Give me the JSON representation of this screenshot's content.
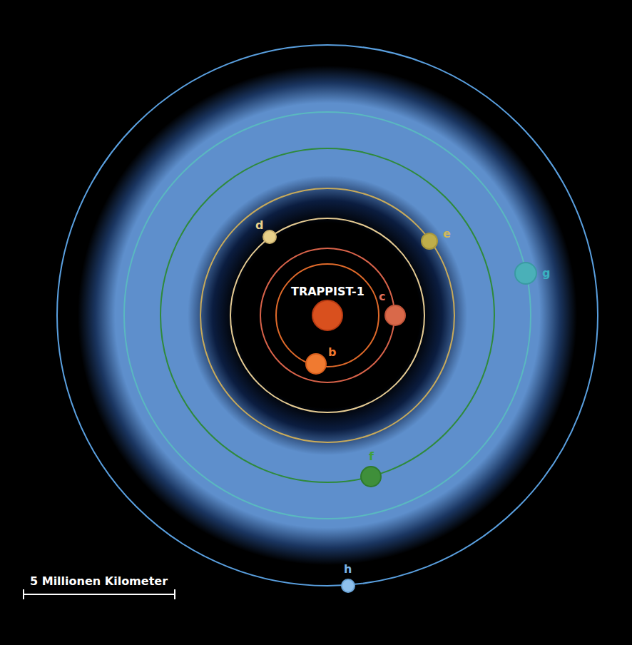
{
  "diagram": {
    "nodes": [
      {
        "text": [
          "TRAPPIST-1"
        ]
      },
      {
        "text": [
          "b"
        ]
      },
      {
        "text": [
          "c"
        ]
      },
      {
        "text": [
          "d"
        ]
      },
      {
        "text": [
          "e"
        ]
      },
      {
        "text": [
          "f"
        ]
      },
      {
        "text": [
          "g"
        ]
      },
      {
        "text": [
          "h"
        ]
      }
    ],
    "labels": [
      "5 Millionen Kilometer"
    ]
  }
}
